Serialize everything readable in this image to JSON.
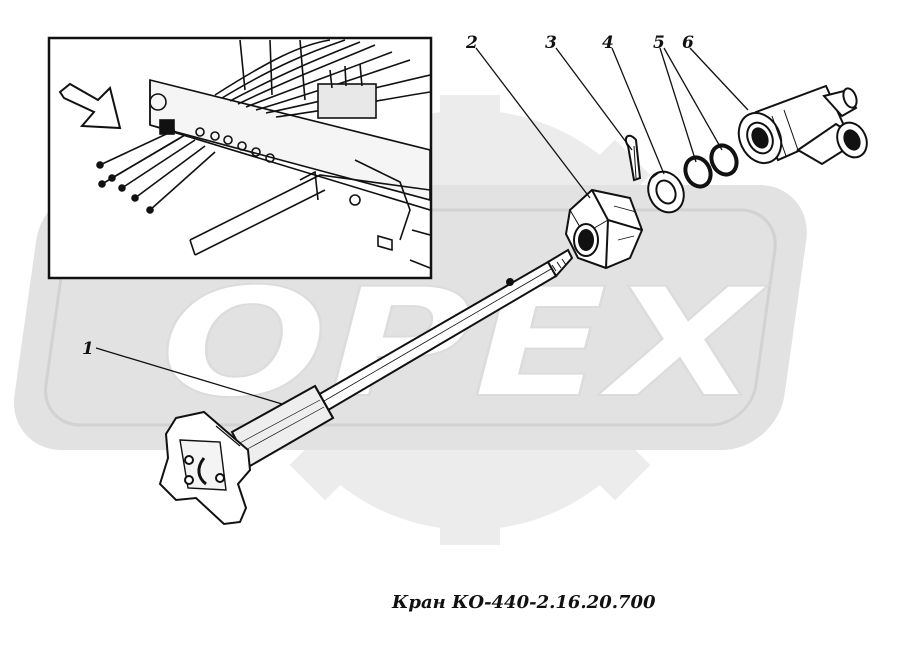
{
  "watermark": {
    "text": "OPEX",
    "fill_color": "#ffffff",
    "band_color": "#e2e2e2",
    "gear_color": "#ececec"
  },
  "callouts": [
    {
      "id": "1",
      "label": "1"
    },
    {
      "id": "2",
      "label": "2"
    },
    {
      "id": "3",
      "label": "3"
    },
    {
      "id": "4",
      "label": "4"
    },
    {
      "id": "5",
      "label": "5"
    },
    {
      "id": "6",
      "label": "6"
    }
  ],
  "caption": "Кран КО-440-2.16.20.700",
  "colors": {
    "ink": "#111111",
    "paper": "#ffffff"
  }
}
